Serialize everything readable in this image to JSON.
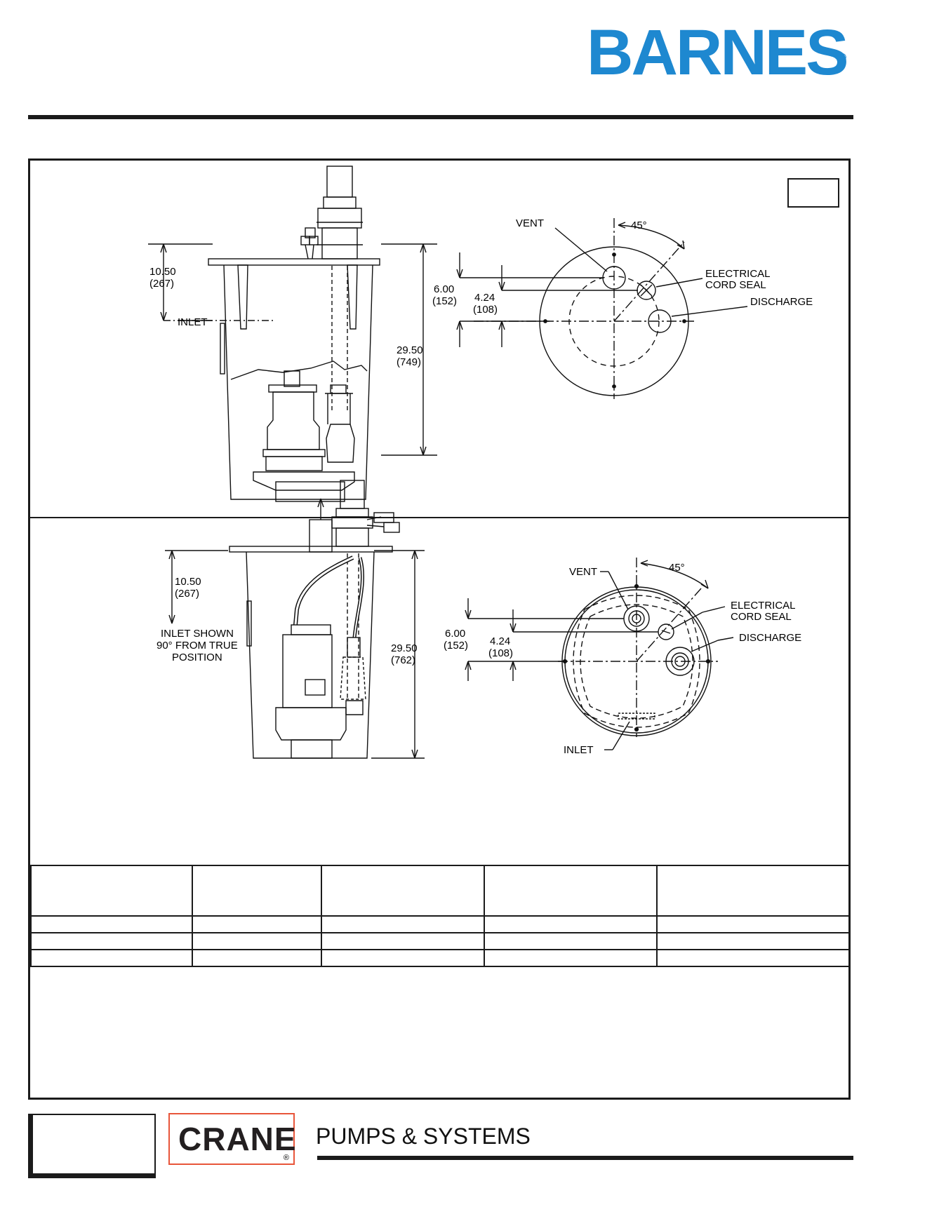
{
  "header": {
    "brand": "BARNES",
    "brand_mark": "®",
    "brand_color": "#1e88d0"
  },
  "drawing_top": {
    "height_dim": "10.50",
    "height_dim_mm": "(267)",
    "inlet_label": "INLET",
    "depth_dim": "29.50",
    "depth_dim_mm": "(749)",
    "dim_600": "6.00",
    "dim_600_mm": "(152)",
    "dim_424": "4.24",
    "dim_424_mm": "(108)",
    "vent_label": "VENT",
    "angle_label": "45°",
    "cord_label_1": "ELECTRICAL",
    "cord_label_2": "CORD SEAL",
    "discharge_label": "DISCHARGE"
  },
  "drawing_bottom": {
    "height_dim": "10.50",
    "height_dim_mm": "(267)",
    "inlet_label_1": "INLET SHOWN",
    "inlet_label_2": "90° FROM TRUE",
    "inlet_label_3": "POSITION",
    "depth_dim": "29.50",
    "depth_dim_mm": "(762)",
    "dim_600": "6.00",
    "dim_600_mm": "(152)",
    "dim_424": "4.24",
    "dim_424_mm": "(108)",
    "vent_label": "VENT",
    "angle_label": "45°",
    "cord_label_1": "ELECTRICAL",
    "cord_label_2": "CORD SEAL",
    "discharge_label": "DISCHARGE",
    "inlet_bottom_label": "INLET"
  },
  "footer": {
    "crane": "CRANE",
    "crane_mark": "®",
    "crane_color": "#e8553a",
    "tagline": "PUMPS & SYSTEMS"
  }
}
